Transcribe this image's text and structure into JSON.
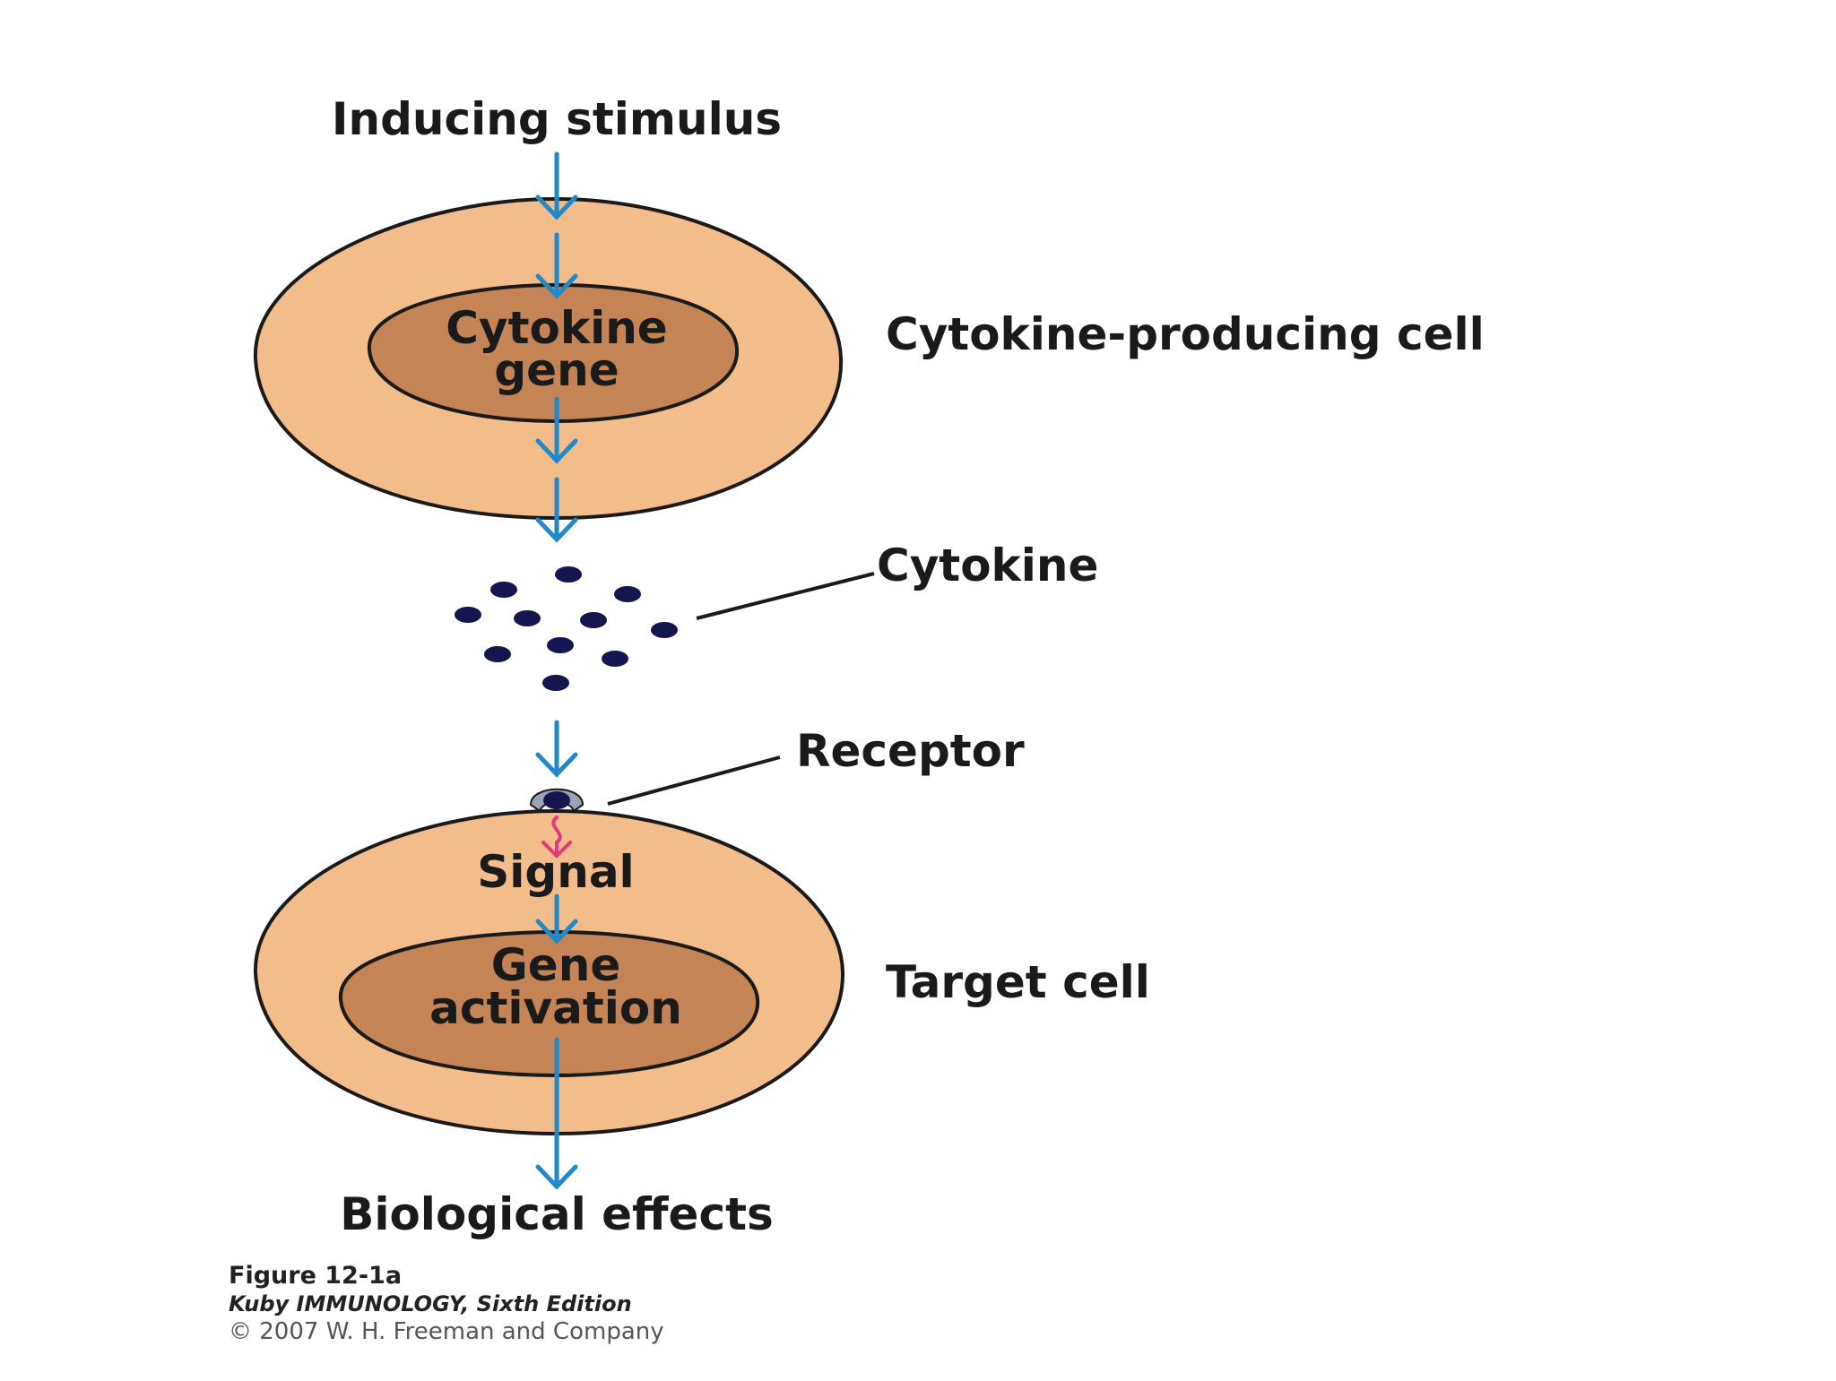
{
  "diagram": {
    "inducing_stimulus": "Inducing stimulus",
    "producing_cell": {
      "label": "Cytokine-producing cell",
      "nucleus_line1": "Cytokine",
      "nucleus_line2": "gene"
    },
    "cytokine_label": "Cytokine",
    "receptor_label": "Receptor",
    "target_cell": {
      "label": "Target cell",
      "signal": "Signal",
      "nucleus_line1": "Gene",
      "nucleus_line2": "activation"
    },
    "output_label": "Biological effects"
  },
  "caption": {
    "figure": "Figure 12-1a",
    "book": "Kuby IMMUNOLOGY, Sixth Edition",
    "copyright": "© 2007 W. H. Freeman and Company"
  },
  "colors": {
    "cell_fill": "#f2bd8a",
    "nucleus_fill": "#c48455",
    "outline": "#1a1a1a",
    "arrow": "#2289c9",
    "cytokine_dot": "#151550",
    "signal_arrow": "#e03a7a"
  }
}
